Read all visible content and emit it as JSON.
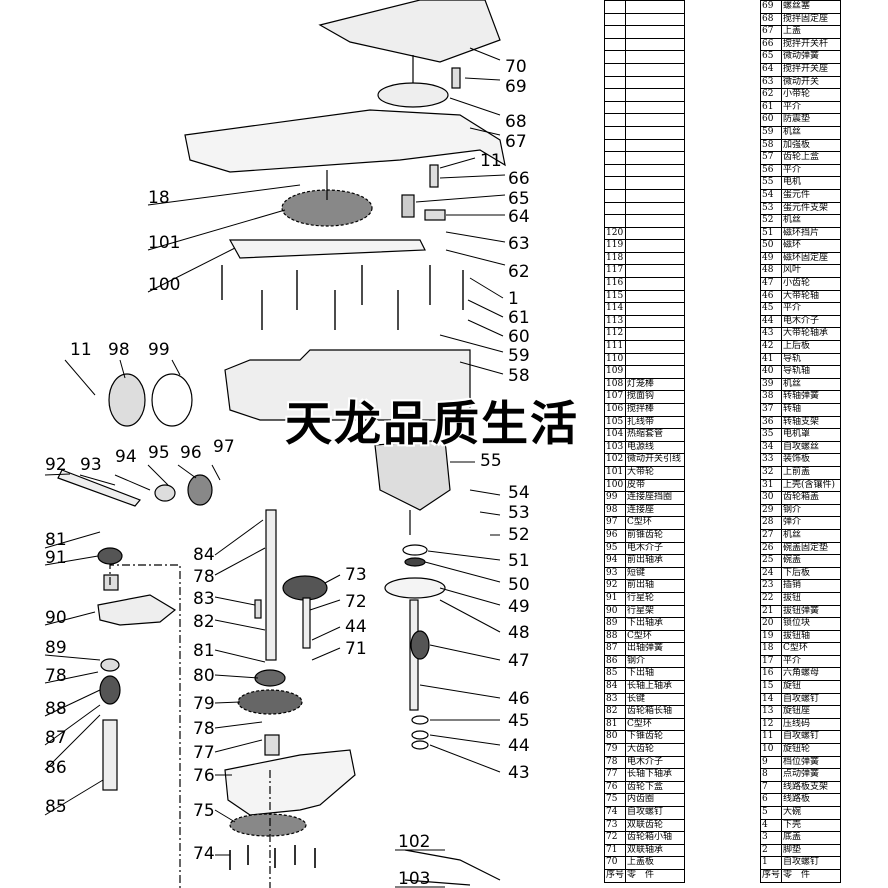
{
  "watermark": "天龙品质生活",
  "callouts": [
    "70",
    "69",
    "68",
    "67",
    "11",
    "66",
    "65",
    "64",
    "63",
    "62",
    "1",
    "61",
    "60",
    "59",
    "58",
    "18",
    "101",
    "100",
    "99",
    "98",
    "11",
    "92",
    "93",
    "94",
    "95",
    "96",
    "97",
    "55",
    "54",
    "53",
    "52",
    "51",
    "50",
    "49",
    "48",
    "47",
    "46",
    "45",
    "44",
    "43",
    "84",
    "78",
    "73",
    "83",
    "72",
    "82",
    "44",
    "81",
    "71",
    "80",
    "79",
    "78",
    "77",
    "76",
    "75",
    "74",
    "81",
    "91",
    "90",
    "89",
    "78",
    "88",
    "87",
    "86",
    "85",
    "102",
    "103"
  ],
  "table_left": {
    "header": {
      "no": "序号",
      "part": "零　件"
    },
    "rows": [
      {
        "no": "",
        "part": ""
      },
      {
        "no": "",
        "part": ""
      },
      {
        "no": "",
        "part": ""
      },
      {
        "no": "",
        "part": ""
      },
      {
        "no": "",
        "part": ""
      },
      {
        "no": "",
        "part": ""
      },
      {
        "no": "",
        "part": ""
      },
      {
        "no": "",
        "part": ""
      },
      {
        "no": "",
        "part": ""
      },
      {
        "no": "",
        "part": ""
      },
      {
        "no": "",
        "part": ""
      },
      {
        "no": "",
        "part": ""
      },
      {
        "no": "",
        "part": ""
      },
      {
        "no": "",
        "part": ""
      },
      {
        "no": "",
        "part": ""
      },
      {
        "no": "",
        "part": ""
      },
      {
        "no": "",
        "part": ""
      },
      {
        "no": "",
        "part": ""
      },
      {
        "no": "120",
        "part": ""
      },
      {
        "no": "119",
        "part": ""
      },
      {
        "no": "118",
        "part": ""
      },
      {
        "no": "117",
        "part": ""
      },
      {
        "no": "116",
        "part": ""
      },
      {
        "no": "115",
        "part": ""
      },
      {
        "no": "114",
        "part": ""
      },
      {
        "no": "113",
        "part": ""
      },
      {
        "no": "112",
        "part": ""
      },
      {
        "no": "111",
        "part": ""
      },
      {
        "no": "110",
        "part": ""
      },
      {
        "no": "109",
        "part": ""
      },
      {
        "no": "108",
        "part": "灯笼棒"
      },
      {
        "no": "107",
        "part": "搅面钩"
      },
      {
        "no": "106",
        "part": "搅拌棒"
      },
      {
        "no": "105",
        "part": "扎线带"
      },
      {
        "no": "104",
        "part": "热缩套管"
      },
      {
        "no": "103",
        "part": "电源线"
      },
      {
        "no": "102",
        "part": "微动开关引线"
      },
      {
        "no": "101",
        "part": "大带轮"
      },
      {
        "no": "100",
        "part": "皮带"
      },
      {
        "no": "99",
        "part": "连接座挡圈"
      },
      {
        "no": "98",
        "part": "连接座"
      },
      {
        "no": "97",
        "part": "C型环"
      },
      {
        "no": "96",
        "part": "前锥齿轮"
      },
      {
        "no": "95",
        "part": "电木介子"
      },
      {
        "no": "94",
        "part": "前出轴承"
      },
      {
        "no": "93",
        "part": "短键"
      },
      {
        "no": "92",
        "part": "前出轴"
      },
      {
        "no": "91",
        "part": "行星轮"
      },
      {
        "no": "90",
        "part": "行星架"
      },
      {
        "no": "89",
        "part": "下出轴承"
      },
      {
        "no": "88",
        "part": "C型环"
      },
      {
        "no": "87",
        "part": "出轴弹簧"
      },
      {
        "no": "86",
        "part": "钢介"
      },
      {
        "no": "85",
        "part": "下出轴"
      },
      {
        "no": "84",
        "part": "长轴上轴承"
      },
      {
        "no": "83",
        "part": "长键"
      },
      {
        "no": "82",
        "part": "齿轮箱长轴"
      },
      {
        "no": "81",
        "part": "C型环"
      },
      {
        "no": "80",
        "part": "下锥齿轮"
      },
      {
        "no": "79",
        "part": "大齿轮"
      },
      {
        "no": "78",
        "part": "电木介子"
      },
      {
        "no": "77",
        "part": "长轴下轴承"
      },
      {
        "no": "76",
        "part": "齿轮下盒"
      },
      {
        "no": "75",
        "part": "内齿圈"
      },
      {
        "no": "74",
        "part": "自攻螺钉"
      },
      {
        "no": "73",
        "part": "双联齿轮"
      },
      {
        "no": "72",
        "part": "齿轮箱小轴"
      },
      {
        "no": "71",
        "part": "双联轴承"
      },
      {
        "no": "70",
        "part": "上盖板"
      }
    ]
  },
  "table_right": {
    "header": {
      "no": "序号",
      "part": "零　件"
    },
    "rows": [
      {
        "no": "69",
        "part": "螺丝塞"
      },
      {
        "no": "68",
        "part": "搅拌固定座"
      },
      {
        "no": "67",
        "part": "上盖"
      },
      {
        "no": "66",
        "part": "搅拌开关杆"
      },
      {
        "no": "65",
        "part": "微动弹簧"
      },
      {
        "no": "64",
        "part": "搅拌开关座"
      },
      {
        "no": "63",
        "part": "微动开关"
      },
      {
        "no": "62",
        "part": "小带轮"
      },
      {
        "no": "61",
        "part": "平介"
      },
      {
        "no": "60",
        "part": "防震垫"
      },
      {
        "no": "59",
        "part": "机丝"
      },
      {
        "no": "58",
        "part": "加强板"
      },
      {
        "no": "57",
        "part": "齿轮上盒"
      },
      {
        "no": "56",
        "part": "平介"
      },
      {
        "no": "55",
        "part": "电机"
      },
      {
        "no": "54",
        "part": "蛋元件"
      },
      {
        "no": "53",
        "part": "蛋元件支架"
      },
      {
        "no": "52",
        "part": "机丝"
      },
      {
        "no": "51",
        "part": "磁环挡片"
      },
      {
        "no": "50",
        "part": "磁环"
      },
      {
        "no": "49",
        "part": "磁环固定座"
      },
      {
        "no": "48",
        "part": "风叶"
      },
      {
        "no": "47",
        "part": "小齿轮"
      },
      {
        "no": "46",
        "part": "大带轮轴"
      },
      {
        "no": "45",
        "part": "平介"
      },
      {
        "no": "44",
        "part": "电木介子"
      },
      {
        "no": "43",
        "part": "大带轮轴承"
      },
      {
        "no": "42",
        "part": "上后板"
      },
      {
        "no": "41",
        "part": "导轨"
      },
      {
        "no": "40",
        "part": "导轨轴"
      },
      {
        "no": "39",
        "part": "机丝"
      },
      {
        "no": "38",
        "part": "转轴弹簧"
      },
      {
        "no": "37",
        "part": "转轴"
      },
      {
        "no": "36",
        "part": "转轴支架"
      },
      {
        "no": "35",
        "part": "电机罩"
      },
      {
        "no": "34",
        "part": "自攻螺丝"
      },
      {
        "no": "33",
        "part": "装饰板"
      },
      {
        "no": "32",
        "part": "上前盖"
      },
      {
        "no": "31",
        "part": "上壳(含镶件)"
      },
      {
        "no": "30",
        "part": "齿轮箱盖"
      },
      {
        "no": "29",
        "part": "钢介"
      },
      {
        "no": "28",
        "part": "弹介"
      },
      {
        "no": "27",
        "part": "机丝"
      },
      {
        "no": "26",
        "part": "碗盖固定垫"
      },
      {
        "no": "25",
        "part": "碗盖"
      },
      {
        "no": "24",
        "part": "下后板"
      },
      {
        "no": "23",
        "part": "插销"
      },
      {
        "no": "22",
        "part": "拔钮"
      },
      {
        "no": "21",
        "part": "拔钮弹簧"
      },
      {
        "no": "20",
        "part": "锁位块"
      },
      {
        "no": "19",
        "part": "拔钮轴"
      },
      {
        "no": "18",
        "part": "C型环"
      },
      {
        "no": "17",
        "part": "平介"
      },
      {
        "no": "16",
        "part": "六角螺母"
      },
      {
        "no": "15",
        "part": "旋钮"
      },
      {
        "no": "14",
        "part": "自攻螺钉"
      },
      {
        "no": "13",
        "part": "旋钮座"
      },
      {
        "no": "12",
        "part": "压线码"
      },
      {
        "no": "11",
        "part": "自攻螺钉"
      },
      {
        "no": "10",
        "part": "旋钮轮"
      },
      {
        "no": "9",
        "part": "档位弹簧"
      },
      {
        "no": "8",
        "part": "点动弹簧"
      },
      {
        "no": "7",
        "part": "线路板支架"
      },
      {
        "no": "6",
        "part": "线路板"
      },
      {
        "no": "5",
        "part": "大碗"
      },
      {
        "no": "4",
        "part": "下壳"
      },
      {
        "no": "3",
        "part": "底盖"
      },
      {
        "no": "2",
        "part": "脚垫"
      },
      {
        "no": "1",
        "part": "自攻螺钉"
      }
    ]
  }
}
